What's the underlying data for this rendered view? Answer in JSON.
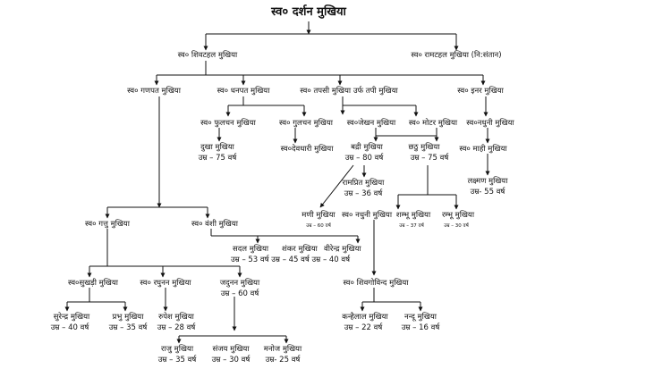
{
  "title": "स्व० दर्शन मुखिया",
  "nodes": {
    "shivtahal": "स्व० शिवटहल मुखिया",
    "ramtahal": "स्व० रामटहल मुखिया (नि:संतान)",
    "ganpat": "स्व० गणपत मुखिया",
    "dhanpat": "स्व० धनपत मुखिया",
    "tapsi": "स्व० तपसी मुखिया उर्फ तपी मुखिया",
    "inar": "स्व० इनर मुखिया",
    "fulchan": "स्व० फुलचन मुखिया",
    "gulchan": "स्व० गुलचन मुखिया",
    "jekhan": "स्व०जेखन मुखिया",
    "motar": "स्व० मोटर मुखिया",
    "nandhuni_i": "स्व०नधुनी मुखिया",
    "dukha": "दुखा मुखिया",
    "dukha_age": "उम्र – 75 वर्ष",
    "devdhari": "स्व०देवधारी मुखिया",
    "badri": "बद्री मुखिया",
    "badri_age": "उम्र – 80 वर्ष",
    "chhatu": "छठु मुखिया",
    "chhatu_age": "उम्र – 75 वर्ष",
    "mahi": "स्व० माही मुखिया",
    "rampreet": "रामप्रित मुखिया",
    "rampreet_age": "उम्र – 36 वर्ष",
    "lakshman": "लक्ष्मण मुखिया",
    "lakshman_age": "उम्र- 55 वर्ष",
    "mani": "मणी मुखिया",
    "nandhuni_t": "स्व० नधुनी मुखिया",
    "mani_age": "उम्र – 60 वर्ष",
    "shambhu": "शम्भू मुखिया",
    "shambhu_age": "उम्र – 37 वर्ष",
    "rambhu": "रम्भू मुखिया",
    "rambhu_age": "उम्र – 30 वर्ष",
    "gattu": "स्व० गत्तु मुखिया",
    "vanshi": "स्व० वंशी मुखिया",
    "sadal": "सदल मुखिया",
    "shankar": "शंकर मुखिया",
    "virendra": "वीरेन्द्र मुखिया",
    "ages_row": "उम्र – 53 वर्ष  उम्र – 45 वर्ष   उम्र – 40 वर्ष",
    "sukhdi": "स्व०सुखड़ी मुखिया",
    "raghunan": "स्व० रघुनन मुखिया",
    "jadunan": "जदुनन मुखिया",
    "jadunan_age": "उम्र – 60 वर्ष",
    "shivgovind": "स्व० शिवगोविन्द मुखिया",
    "surendra": "सुरेन्द्र मुखिया",
    "surendra_age": "उम्र – 40 वर्ष",
    "prabhu": "प्रभु मुखिया",
    "prabhu_age": "उम्र – 35 वर्ष",
    "rupesh": "रुपेश मुखिया",
    "rupesh_age": "उम्र – 28 वर्ष",
    "kanhailal": "कन्हैलाल मुखिया",
    "kanhailal_age": "उम्र – 22 वर्ष",
    "nandu": "नन्दू मुखिया",
    "nandu_age": "उम्र – 16 वर्ष",
    "raju": "राजु मुखिया",
    "raju_age": "उम्र – 35 वर्ष",
    "sanjay": "संजय मुखिया",
    "sanjay_age": "उम्र – 30 वर्ष",
    "manoj": "मनोज मुखिया",
    "manoj_age": "उम्र- 25 वर्ष"
  }
}
